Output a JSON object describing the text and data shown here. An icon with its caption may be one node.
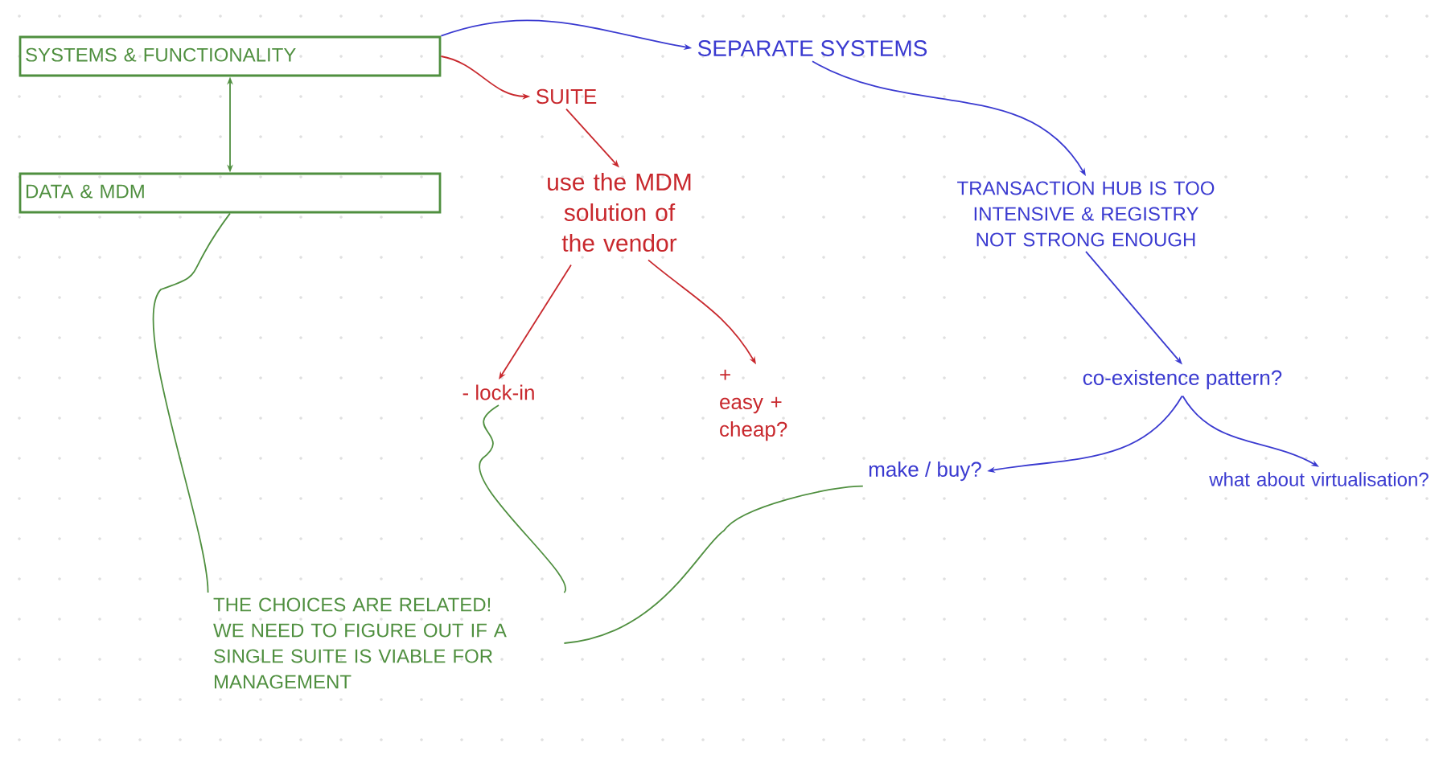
{
  "diagram": {
    "nodes": [
      {
        "text": [
          "SYSTEMS & FUNCTIONALITY"
        ]
      },
      {
        "text": [
          "DATA & MDM"
        ]
      },
      {
        "text": [
          "SEPARATE SYSTEMS"
        ]
      },
      {
        "text": [
          "SUITE"
        ]
      },
      {
        "text": [
          "use the MDM solution of the vendor"
        ]
      },
      {
        "text": [
          "- lock-in"
        ]
      },
      {
        "text": [
          "+ easy + cheap?"
        ]
      },
      {
        "text": [
          "TRANSACTION HUB IS TOO INTENSIVE & REGISTRY NOT STRONG ENOUGH"
        ]
      },
      {
        "text": [
          "co-existence pattern?"
        ]
      },
      {
        "text": [
          "make / buy?"
        ]
      },
      {
        "text": [
          "what about virtualisation?"
        ]
      },
      {
        "text": [
          "THE CHOICES ARE RELATED! WE NEED TO FIGURE OUT IF A SINGLE SUITE IS VIABLE FOR MANAGEMENT"
        ]
      }
    ],
    "edges": [
      {
        "from": 0,
        "to": 1,
        "arrow": "both",
        "color": "#4f8f3f"
      },
      {
        "from": 0,
        "to": 2,
        "arrow": "to",
        "color": "#3a3ad0"
      },
      {
        "from": 0,
        "to": 3,
        "arrow": "to",
        "color": "#c8282d"
      },
      {
        "from": 3,
        "to": 4,
        "arrow": "to",
        "color": "#c8282d"
      },
      {
        "from": 4,
        "to": 5,
        "arrow": "to",
        "color": "#c8282d"
      },
      {
        "from": 4,
        "to": 6,
        "arrow": "to",
        "color": "#c8282d"
      },
      {
        "from": 2,
        "to": 7,
        "arrow": "to",
        "color": "#3a3ad0"
      },
      {
        "from": 7,
        "to": 8,
        "arrow": "to",
        "color": "#3a3ad0"
      },
      {
        "from": 8,
        "to": 9,
        "arrow": "to",
        "color": "#3a3ad0"
      },
      {
        "from": 8,
        "to": 10,
        "arrow": "to",
        "color": "#3a3ad0"
      },
      {
        "from": 1,
        "to": 11,
        "arrow": "none",
        "color": "#4f8f3f"
      },
      {
        "from": 5,
        "to": 11,
        "arrow": "none",
        "color": "#4f8f3f"
      },
      {
        "from": 11,
        "to": 9,
        "arrow": "none",
        "color": "#4f8f3f"
      }
    ]
  }
}
